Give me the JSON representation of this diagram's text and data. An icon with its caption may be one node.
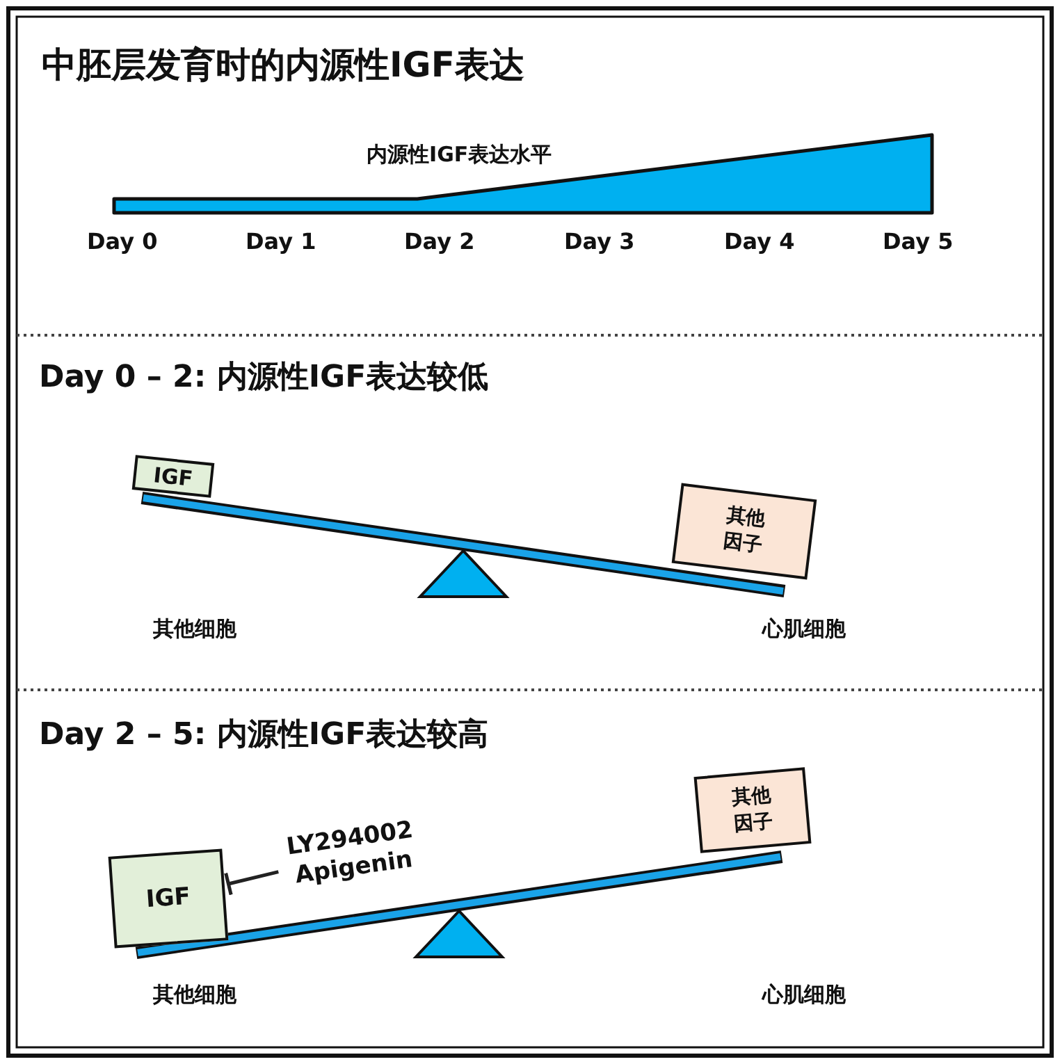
{
  "diagram": {
    "title": "中胚层发育时的内源性IGF表达",
    "nodes": [
      {
        "text": [
          "IGF"
        ]
      },
      {
        "text": [
          "其他因子"
        ]
      },
      {
        "text": [
          "IGF"
        ]
      },
      {
        "text": [
          "其他因子"
        ]
      },
      {
        "text": [
          "LY294002 Apigenin"
        ]
      }
    ],
    "edges": [
      {
        "from": 4,
        "to": 2,
        "arrow": "other"
      }
    ],
    "labels": [
      "内源性IGF表达水平",
      "Day 0",
      "Day 1",
      "Day 2",
      "Day 3",
      "Day 4",
      "Day 5",
      "Day 0 – 2: 内源性IGF表达较低",
      "其他细胞",
      "心肌细胞",
      "Day 2 – 5: 内源性IGF表达较高",
      "其他细胞",
      "心肌细胞"
    ]
  }
}
